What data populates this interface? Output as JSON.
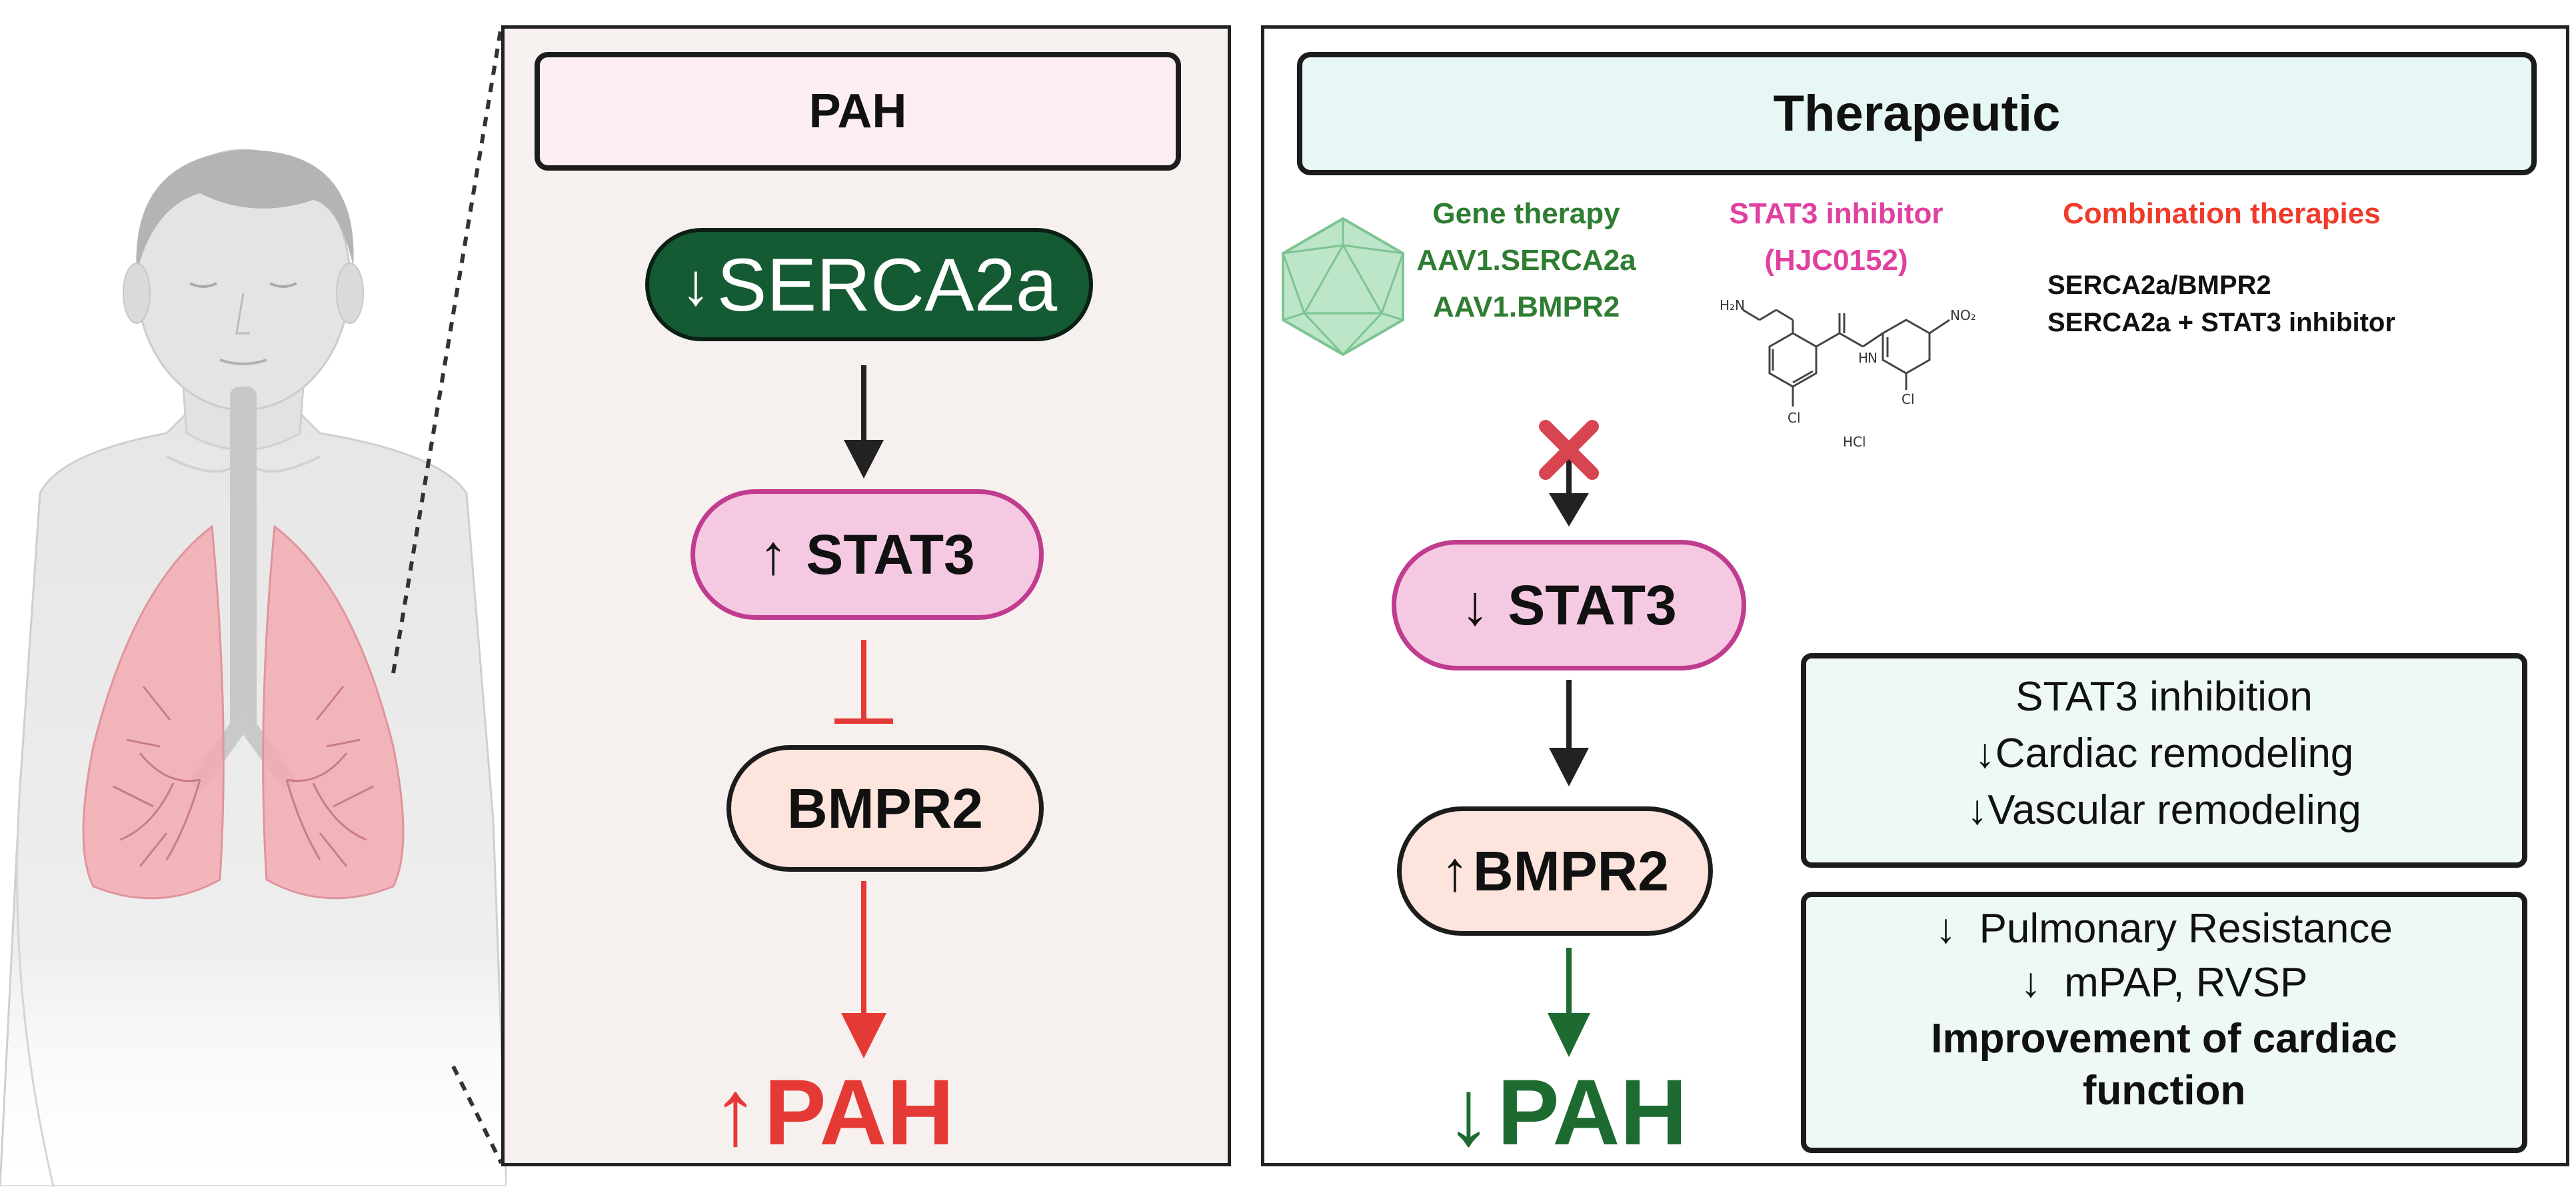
{
  "colors": {
    "pah_panel_bg": "#f6f1ef",
    "pah_header_bg": "#fdeef2",
    "ther_header_bg": "#e7f7f5",
    "dark_green": "#145a32",
    "stat3_pink_bg": "#f6c9e3",
    "stat3_pink_border": "#c03c8e",
    "bmpr2_bg": "#fde5dd",
    "red": "#e53935",
    "gene_therapy_green": "#2e7d32",
    "stat3_inhibitor_magenta": "#e040a0",
    "combination_red": "#ef3b2c",
    "box_bg": "#eef8f6",
    "lung_pink": "#f2aab0"
  },
  "icons": [
    "human-figure-with-lungs",
    "aav-capsid-icsahedron",
    "hjc0152-structure",
    "red-x-block-mark"
  ],
  "pah_panel": {
    "header": "PAH",
    "serca": "SERCA2a",
    "serca_arrow": "↓",
    "stat3": "STAT3",
    "stat3_arrow": "↑",
    "bmpr2": "BMPR2",
    "result": "PAH",
    "result_arrow": "↑"
  },
  "therapeutic_panel": {
    "header": "Therapeutic",
    "gene_therapy": {
      "title": "Gene therapy",
      "items": [
        "AAV1.SERCA2a",
        "AAV1.BMPR2"
      ]
    },
    "stat3_inhibitor": {
      "title": "STAT3 inhibitor",
      "name": "(HJC0152)",
      "labels": {
        "amine": "H₂N",
        "nitro": "NO₂",
        "amide_h": "H",
        "amide_n": "N",
        "chloro": "Cl",
        "hcl": "HCl"
      }
    },
    "combination": {
      "title": "Combination therapies",
      "items": [
        "SERCA2a/BMPR2",
        "SERCA2a + STAT3 inhibitor"
      ]
    },
    "stat3": "STAT3",
    "stat3_arrow": "↓",
    "bmpr2": "BMPR2",
    "bmpr2_arrow": "↑",
    "result": "PAH",
    "result_arrow": "↓",
    "effects_box1": {
      "line1": "STAT3 inhibition",
      "line2_arrow": "↓",
      "line2": "Cardiac remodeling",
      "line3_arrow": "↓",
      "line3": "Vascular remodeling"
    },
    "effects_box2": {
      "line1": "↓  Pulmonary Resistance",
      "line2": "↓  mPAP, RVSP",
      "line3": "Improvement of cardiac function"
    }
  }
}
